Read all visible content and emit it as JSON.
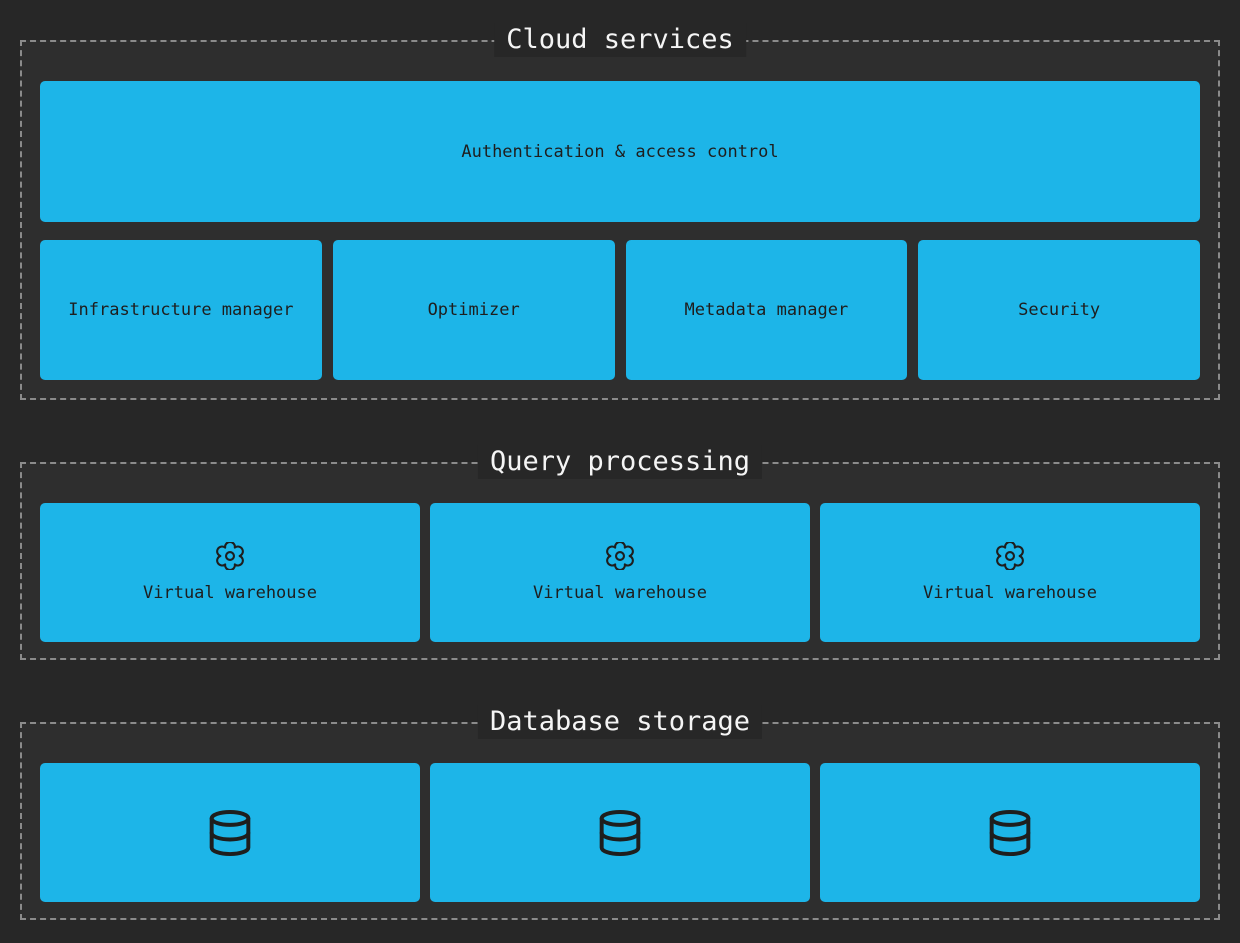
{
  "colors": {
    "background": "#272727",
    "section_fill": "#2e2e2e",
    "accent": "#1db5e8",
    "dashed_border": "#8b8b8b",
    "box_text": "#1e1e1e",
    "title_text": "#f5f5f5"
  },
  "cloud_services": {
    "title": "Cloud services",
    "auth_box_label": "Authentication & access control",
    "boxes": [
      {
        "label": "Infrastructure manager"
      },
      {
        "label": "Optimizer"
      },
      {
        "label": "Metadata manager"
      },
      {
        "label": "Security"
      }
    ]
  },
  "query_processing": {
    "title": "Query processing",
    "warehouses": [
      {
        "icon": "gear-icon",
        "label": "Virtual warehouse"
      },
      {
        "icon": "gear-icon",
        "label": "Virtual warehouse"
      },
      {
        "icon": "gear-icon",
        "label": "Virtual warehouse"
      }
    ]
  },
  "database_storage": {
    "title": "Database storage",
    "databases": [
      {
        "icon": "database-icon"
      },
      {
        "icon": "database-icon"
      },
      {
        "icon": "database-icon"
      }
    ]
  }
}
